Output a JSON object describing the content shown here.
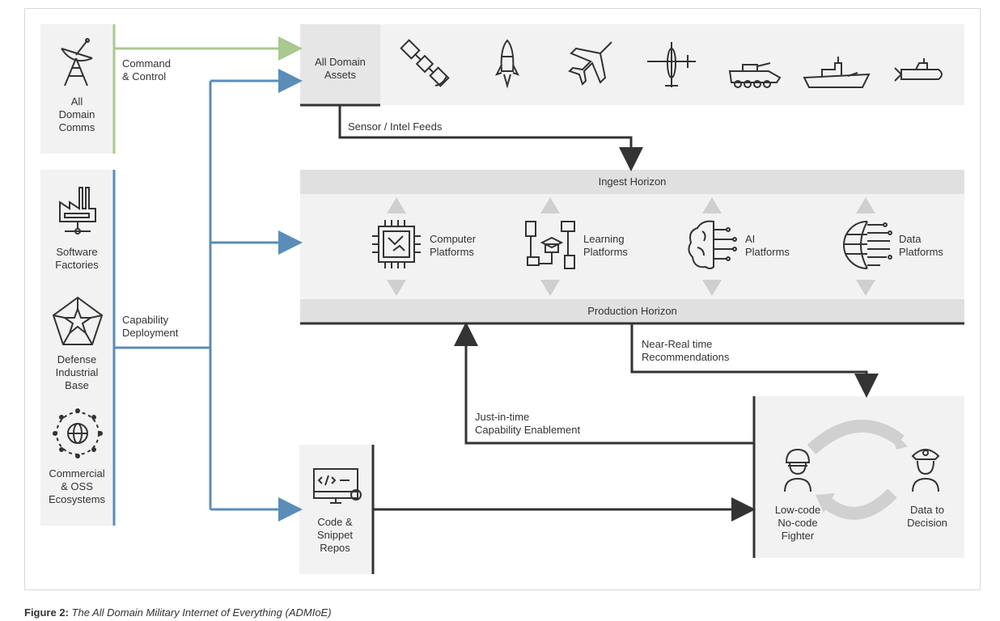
{
  "colors": {
    "green": "#a9c98f",
    "blue": "#5b8db8",
    "dark": "#333333",
    "panel": "#f2f2f2",
    "band": "#e0e0e0",
    "arrow_grey": "#cfcfcf"
  },
  "left": {
    "comms": [
      "All",
      "Domain",
      "Comms"
    ],
    "software": [
      "Software",
      "Factories"
    ],
    "defense": [
      "Defense",
      "Industrial",
      "Base"
    ],
    "commercial": [
      "Commercial",
      "& OSS",
      "Ecosystems"
    ]
  },
  "links": {
    "command": [
      "Command",
      "& Control"
    ],
    "capability": [
      "Capability",
      "Deployment"
    ],
    "sensor": "Sensor / Intel Feeds",
    "near_real": [
      "Near-Real time",
      "Recommendations"
    ],
    "jit": [
      "Just-in-time",
      "Capability Enablement"
    ]
  },
  "assets": {
    "title": [
      "All Domain",
      "Assets"
    ],
    "icons": [
      "satellite-icon",
      "rocket-icon",
      "fighter-jet-icon",
      "drone-icon",
      "armored-vehicle-icon",
      "warship-icon",
      "submarine-icon"
    ]
  },
  "horizons": {
    "ingest": "Ingest Horizon",
    "production": "Production Horizon",
    "platforms": [
      {
        "icon": "chip-icon",
        "line1": "Computer",
        "line2": "Platforms"
      },
      {
        "icon": "network-learning-icon",
        "line1": "Learning",
        "line2": "Platforms"
      },
      {
        "icon": "brain-icon",
        "line1": "AI",
        "line2": "Platforms"
      },
      {
        "icon": "globe-data-icon",
        "line1": "Data",
        "line2": "Platforms"
      }
    ]
  },
  "repos": [
    "Code &",
    "Snippet",
    "Repos"
  ],
  "decision": {
    "fighter": [
      "Low-code",
      "No-code",
      "Fighter"
    ],
    "data": [
      "Data to",
      "Decision"
    ]
  },
  "caption": {
    "label": "Figure 2:",
    "text": "The All Domain Military Internet of Everything (ADMIoE)"
  }
}
